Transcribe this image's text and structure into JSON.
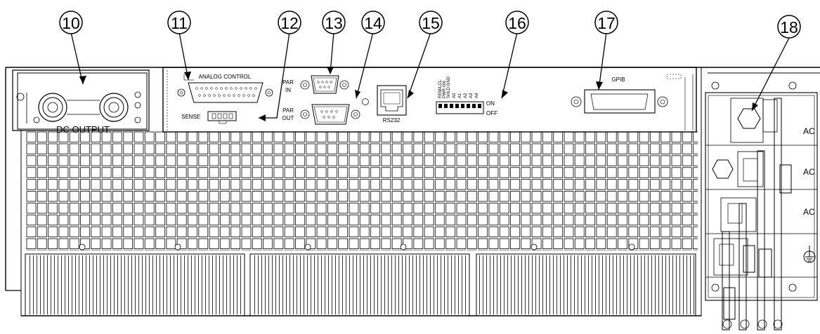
{
  "callouts": [
    "10",
    "11",
    "12",
    "13",
    "14",
    "15",
    "16",
    "17",
    "18"
  ],
  "labels": {
    "dc_output": "DC OUTPUT",
    "analog_control": "ANALOG CONTROL",
    "sense": "SENSE",
    "par_in_1": "PAR",
    "par_in_2": "IN",
    "par_out_1": "PAR",
    "par_out_2": "OUT",
    "rs232": "RS232",
    "dip": [
      "REM/LCL",
      "PWR ON",
      "SHLD GND",
      "A0",
      "A1",
      "A2",
      "A3",
      "A4"
    ],
    "on": "ON",
    "off": "OFF",
    "gpib": "GPIB",
    "ac": [
      "AC",
      "AC",
      "AC"
    ],
    "ground_symbol": "⏚"
  }
}
